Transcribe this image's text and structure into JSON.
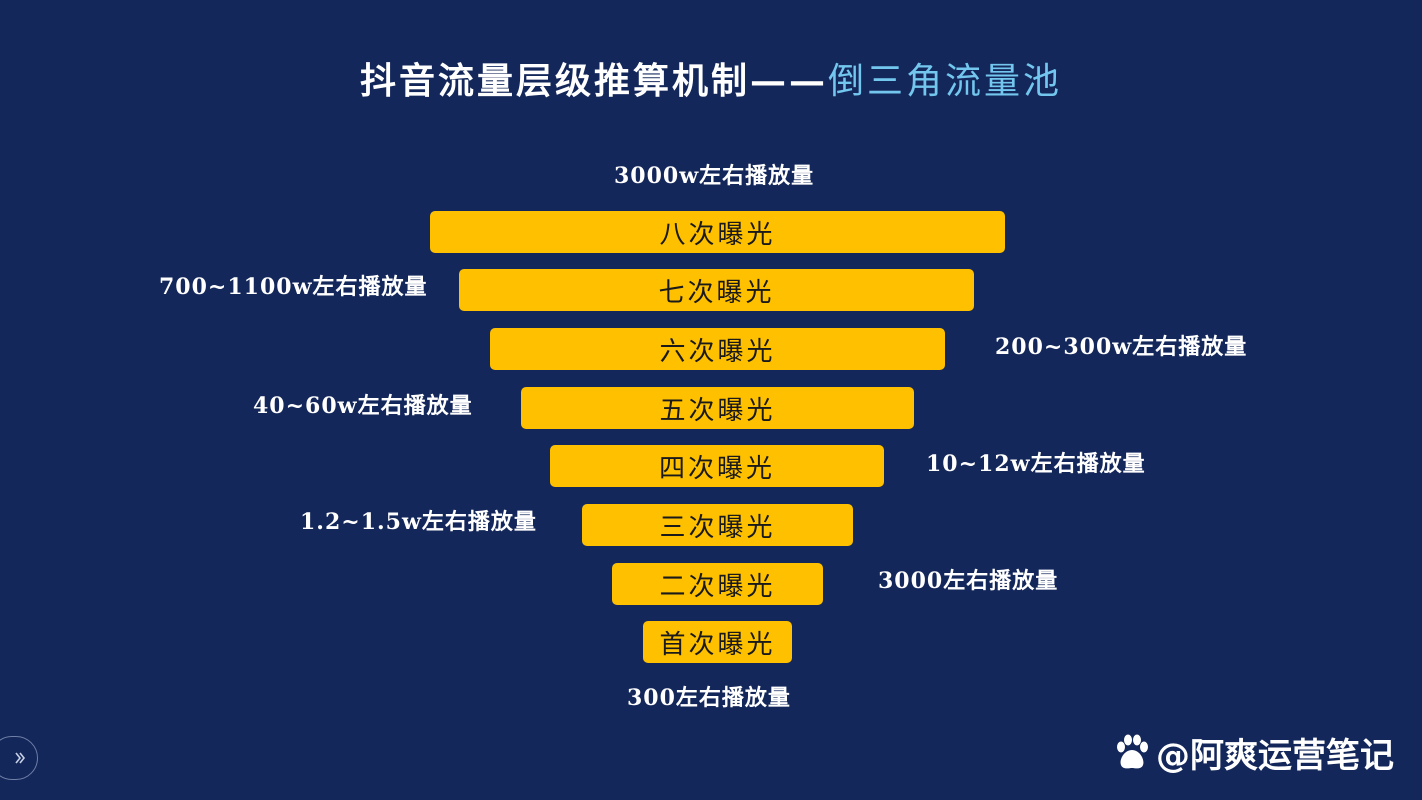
{
  "title": {
    "main": "抖音流量层级推算机制——",
    "accent": "倒三角流量池"
  },
  "bars": [
    "八次曝光",
    "七次曝光",
    "六次曝光",
    "五次曝光",
    "四次曝光",
    "三次曝光",
    "二次曝光",
    "首次曝光"
  ],
  "labels": {
    "top": "3000w左右播放量",
    "level7": "700~1100w左右播放量",
    "level6": "200~300w左右播放量",
    "level5": "40~60w左右播放量",
    "level4": "10~12w左右播放量",
    "level3": "1.2~1.5w左右播放量",
    "level2": "3000左右播放量",
    "bottom": "300左右播放量"
  },
  "watermark": "@阿爽运营笔记",
  "colors": {
    "background": "#14275a",
    "bar": "#ffc000",
    "title_accent": "#73c7ef",
    "text": "#ffffff"
  },
  "icons": {
    "nav": "chevron-right-icon",
    "watermark": "paw-icon"
  }
}
